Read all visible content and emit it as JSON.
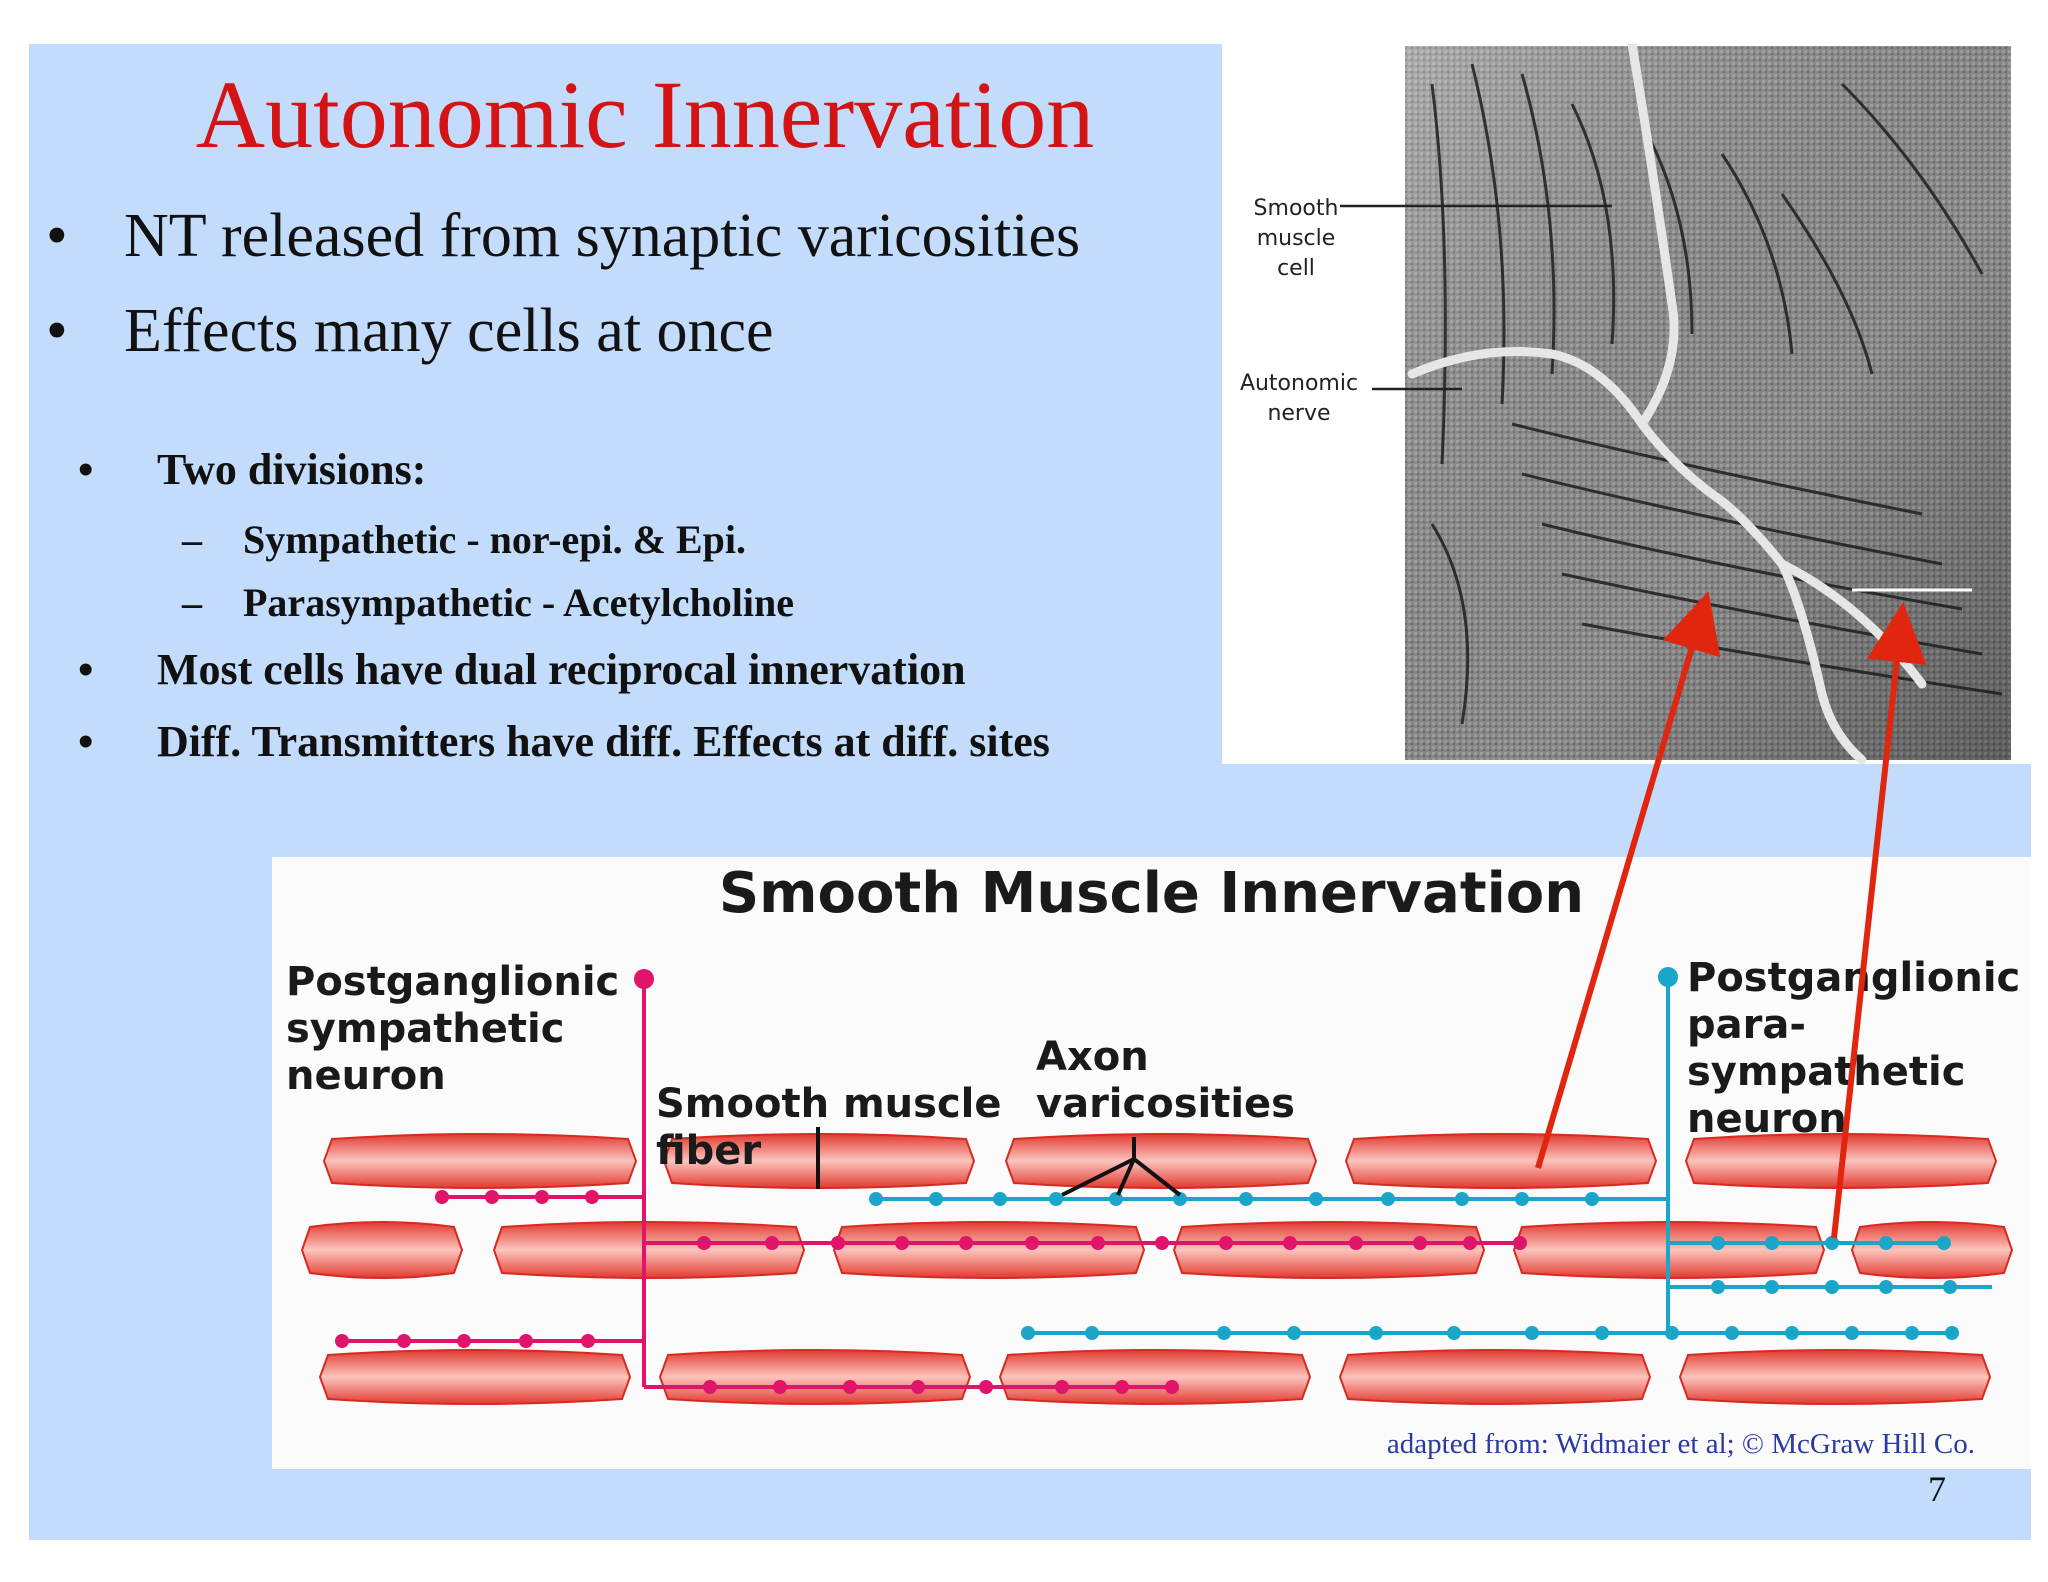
{
  "slide": {
    "title": "Autonomic Innervation",
    "bullets_level1": [
      "NT released from synaptic varicosities",
      "Effects many cells at once"
    ],
    "bullet_glyph": "•",
    "dash_glyph": "–",
    "divisions_heading": "Two divisions:",
    "divisions": [
      "Sympathetic - nor-epi. & Epi.",
      "Parasympathetic - Acetylcholine"
    ],
    "bullets_level2": [
      "Most cells have dual reciprocal innervation",
      "Diff. Transmitters have diff. Effects at diff. sites"
    ],
    "page_number": "7"
  },
  "micrograph": {
    "label_smooth_line1": "Smooth",
    "label_smooth_line2": "muscle",
    "label_smooth_line3": "cell",
    "label_nerve_line1": "Autonomic",
    "label_nerve_line2": "nerve"
  },
  "diagram": {
    "title": "Smooth Muscle Innervation",
    "sympathetic_label": [
      "Postganglionic",
      "sympathetic",
      "neuron"
    ],
    "smooth_fiber_label": [
      "Smooth muscle",
      "fiber"
    ],
    "varicosities_label": [
      "Axon",
      "varicosities"
    ],
    "parasympathetic_label": [
      "Postganglionic",
      "para-",
      "sympathetic",
      "neuron"
    ],
    "credit": "adapted from: Widmaier et al; © McGraw Hill Co."
  },
  "colors": {
    "background": "#c3dcfb",
    "title": "#d41414",
    "sympathetic": "#e0146a",
    "parasympathetic": "#1aa6c8",
    "muscle": "#e8433a",
    "arrow": "#e0260f"
  }
}
